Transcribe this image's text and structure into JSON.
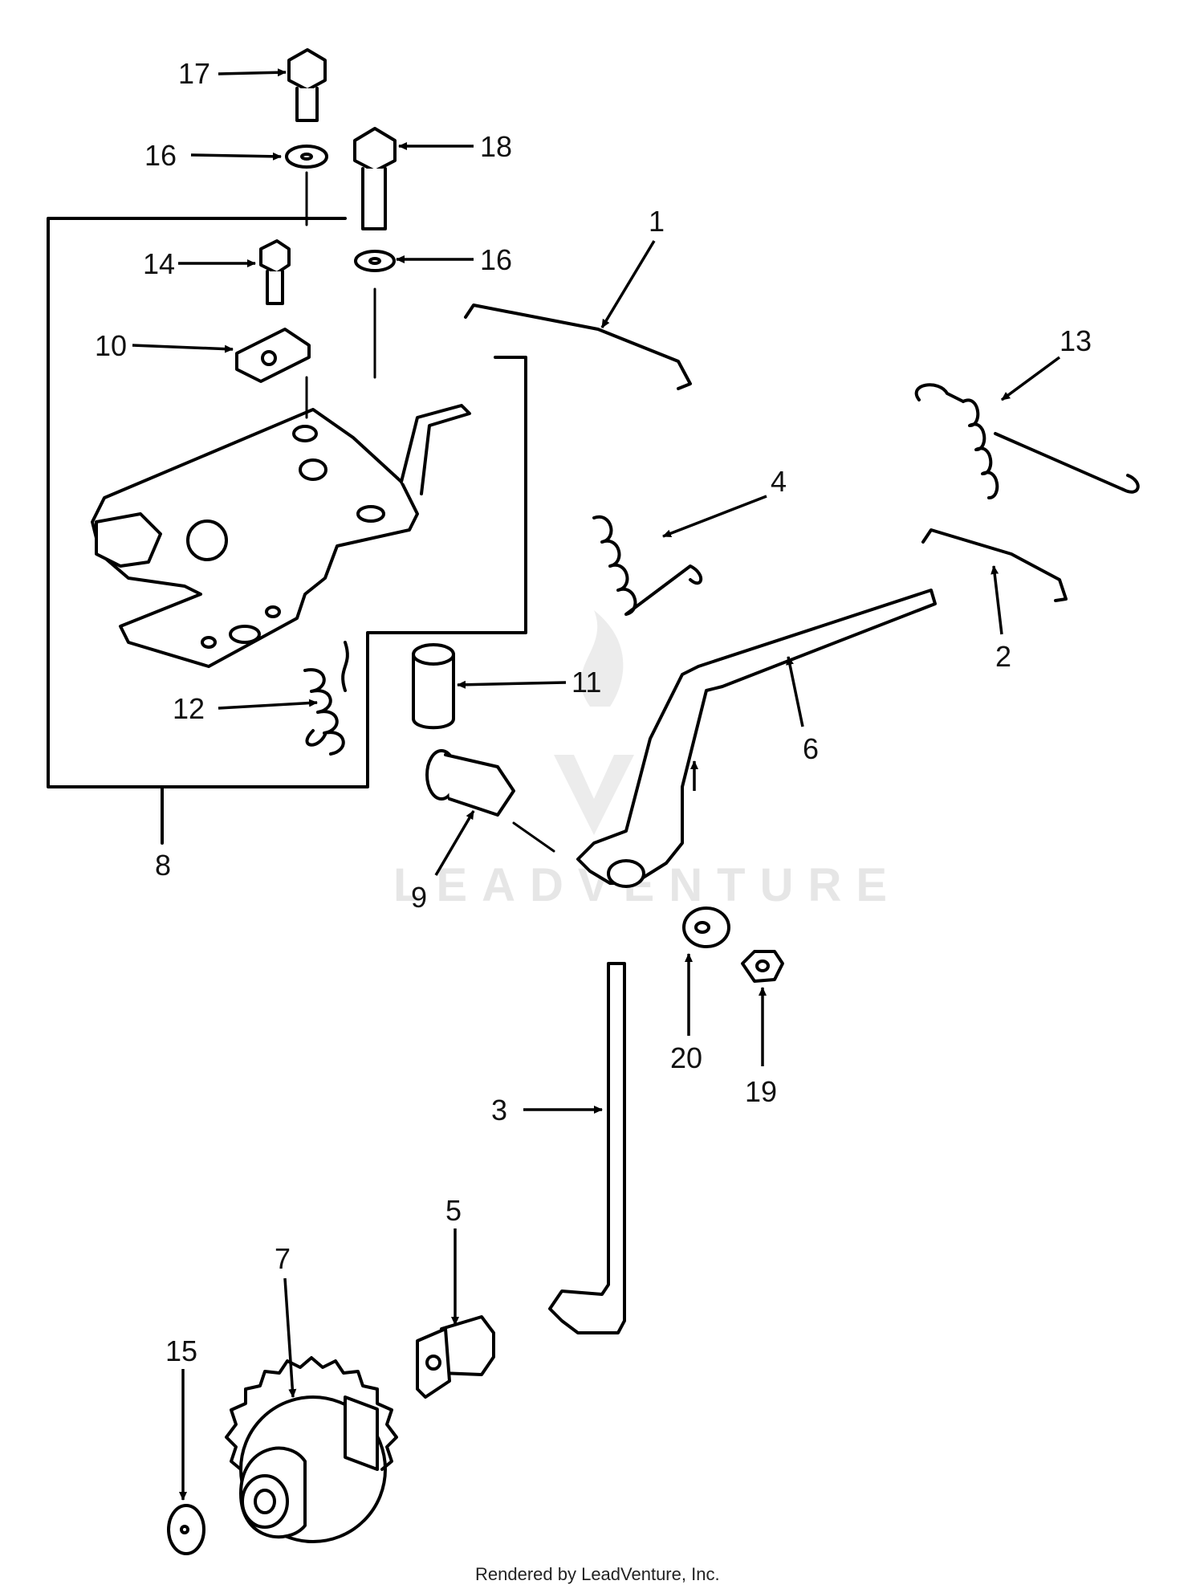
{
  "diagram": {
    "callouts": [
      {
        "id": "c17",
        "label": "17"
      },
      {
        "id": "c16a",
        "label": "16"
      },
      {
        "id": "c18",
        "label": "18"
      },
      {
        "id": "c16b",
        "label": "16"
      },
      {
        "id": "c14",
        "label": "14"
      },
      {
        "id": "c10",
        "label": "10"
      },
      {
        "id": "c1",
        "label": "1"
      },
      {
        "id": "c13",
        "label": "13"
      },
      {
        "id": "c4",
        "label": "4"
      },
      {
        "id": "c2",
        "label": "2"
      },
      {
        "id": "c11",
        "label": "11"
      },
      {
        "id": "c12",
        "label": "12"
      },
      {
        "id": "c6",
        "label": "6"
      },
      {
        "id": "c8",
        "label": "8"
      },
      {
        "id": "c9",
        "label": "9"
      },
      {
        "id": "c20",
        "label": "20"
      },
      {
        "id": "c19",
        "label": "19"
      },
      {
        "id": "c3",
        "label": "3"
      },
      {
        "id": "c5",
        "label": "5"
      },
      {
        "id": "c7",
        "label": "7"
      },
      {
        "id": "c15",
        "label": "15"
      }
    ],
    "watermark": "LEADVENTURE",
    "footer": "Rendered by LeadVenture, Inc."
  }
}
